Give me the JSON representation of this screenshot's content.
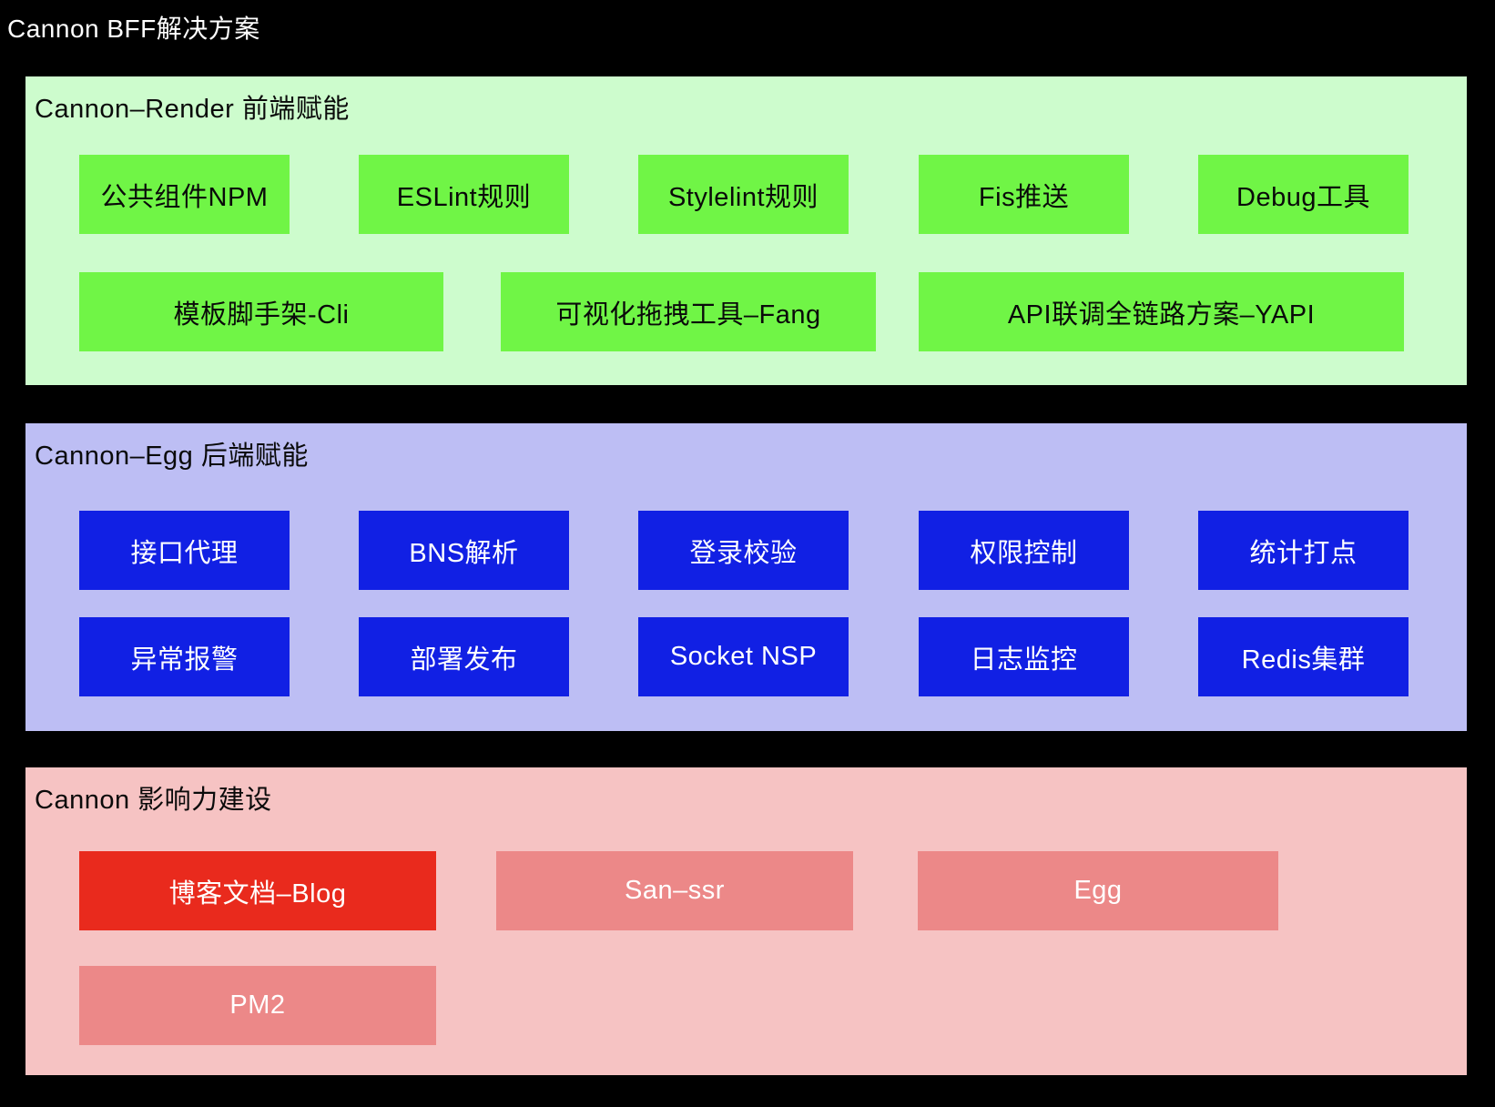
{
  "title": "Cannon BFF解决方案",
  "sections": [
    {
      "header": "Cannon–Render 前端赋能",
      "boxes": [
        "公共组件NPM",
        "ESLint规则",
        "Stylelint规则",
        "Fis推送",
        "Debug工具",
        "模板脚手架-Cli",
        "可视化拖拽工具–Fang",
        "API联调全链路方案–YAPI"
      ]
    },
    {
      "header": "Cannon–Egg 后端赋能",
      "boxes": [
        "接口代理",
        "BNS解析",
        "登录校验",
        "权限控制",
        "统计打点",
        "异常报警",
        "部署发布",
        "Socket NSP",
        "日志监控",
        "Redis集群"
      ]
    },
    {
      "header": "Cannon 影响力建设",
      "boxes": [
        "博客文档–Blog",
        "San–ssr",
        "Egg",
        "PM2"
      ]
    }
  ],
  "colors": {
    "canvas_bg": "#000000",
    "title_text": "#ffffff",
    "render_section_bg": "#cdfccd",
    "render_box_bg": "#70f546",
    "egg_section_bg": "#bdbef4",
    "egg_box_bg": "#1120e4",
    "influence_section_bg": "#f6c3c3",
    "influence_box_bg": "#ec8888",
    "influence_box_bg_highlight": "#e92a1d"
  }
}
